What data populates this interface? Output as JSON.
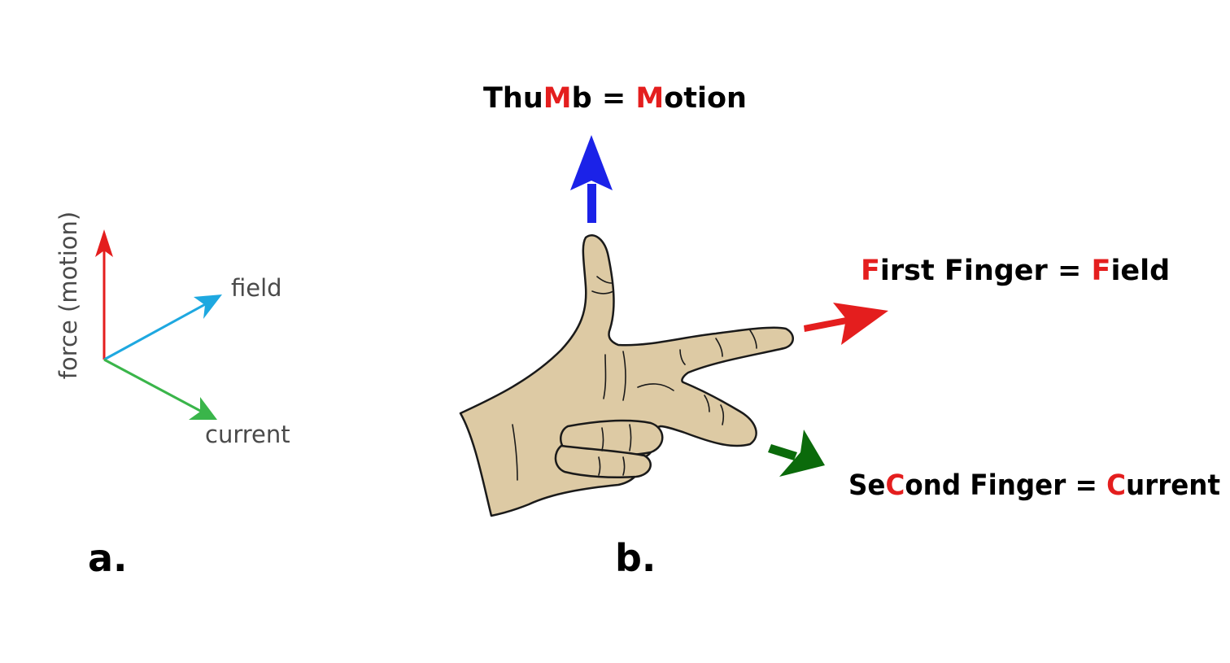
{
  "colors": {
    "red": "#e41e1e",
    "blue": "#1b22e8",
    "cyan": "#1ea8e0",
    "green_light": "#3ab54a",
    "green_dark": "#0b6a0b",
    "hand_fill": "#ddcaa4",
    "outline": "#1a1a1a"
  },
  "panel_a": {
    "label": "a.",
    "axes": {
      "vertical": "force (motion)",
      "diagonal_up": "field",
      "diagonal_down": "current"
    }
  },
  "panel_b": {
    "label": "b.",
    "thumb": {
      "pre": "Thu",
      "key": "M",
      "post": "b",
      "equals": " = ",
      "result_key": "M",
      "result_post": "otion"
    },
    "first_finger": {
      "pre": "",
      "key": "F",
      "post": "irst Finger",
      "equals": " = ",
      "result_key": "F",
      "result_post": "ield"
    },
    "second_finger": {
      "pre": "Se",
      "key": "C",
      "post": "ond Finger",
      "equals": " = ",
      "result_key": "C",
      "result_post": "urrent"
    }
  }
}
